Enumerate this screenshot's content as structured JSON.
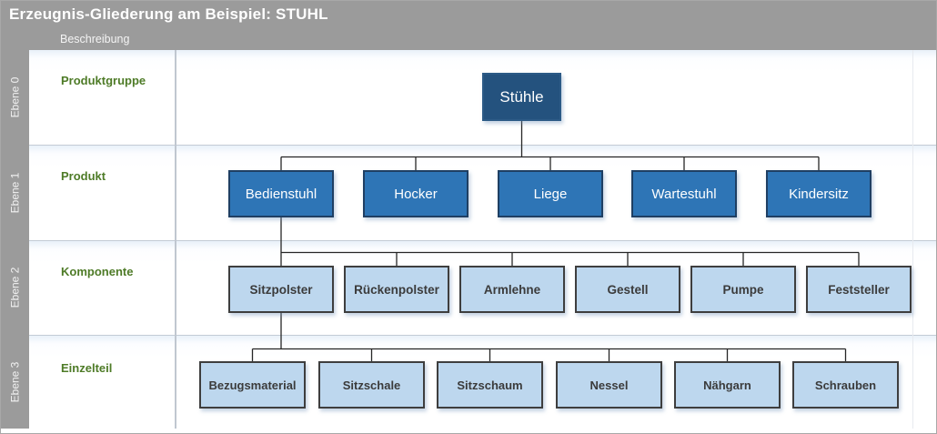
{
  "title": "Erzeugnis-Gliederung am Beispiel: STUHL",
  "column_header": "Beschreibung",
  "levels": [
    {
      "axis_label": "Ebene 0",
      "description": "Produktgruppe"
    },
    {
      "axis_label": "Ebene 1",
      "description": "Produkt"
    },
    {
      "axis_label": "Ebene 2",
      "description": "Komponente"
    },
    {
      "axis_label": "Ebene 3",
      "description": "Einzelteil"
    }
  ],
  "tree": {
    "root": "Stühle",
    "products": [
      "Bedienstuhl",
      "Hocker",
      "Liege",
      "Wartestuhl",
      "Kindersitz"
    ],
    "components_parent": "Bedienstuhl",
    "components": [
      "Sitzpolster",
      "Rückenpolster",
      "Armlehne",
      "Gestell",
      "Pumpe",
      "Feststeller"
    ],
    "parts_parent": "Sitzpolster",
    "parts": [
      "Bezugsmaterial",
      "Sitzschale",
      "Sitzschaum",
      "Nessel",
      "Nähgarn",
      "Schrauben"
    ]
  },
  "colors": {
    "header_bar": "#9b9b9b",
    "level0_box_fill": "#24527e",
    "level1_box_fill": "#2e75b6",
    "level1_box_border": "#1f3f63",
    "level2_box_fill": "#bdd7ee",
    "level3_box_fill": "#bdd7ee",
    "light_box_border": "#3e3e3e",
    "description_text": "#4e7b27",
    "connector_line": "#262626"
  }
}
